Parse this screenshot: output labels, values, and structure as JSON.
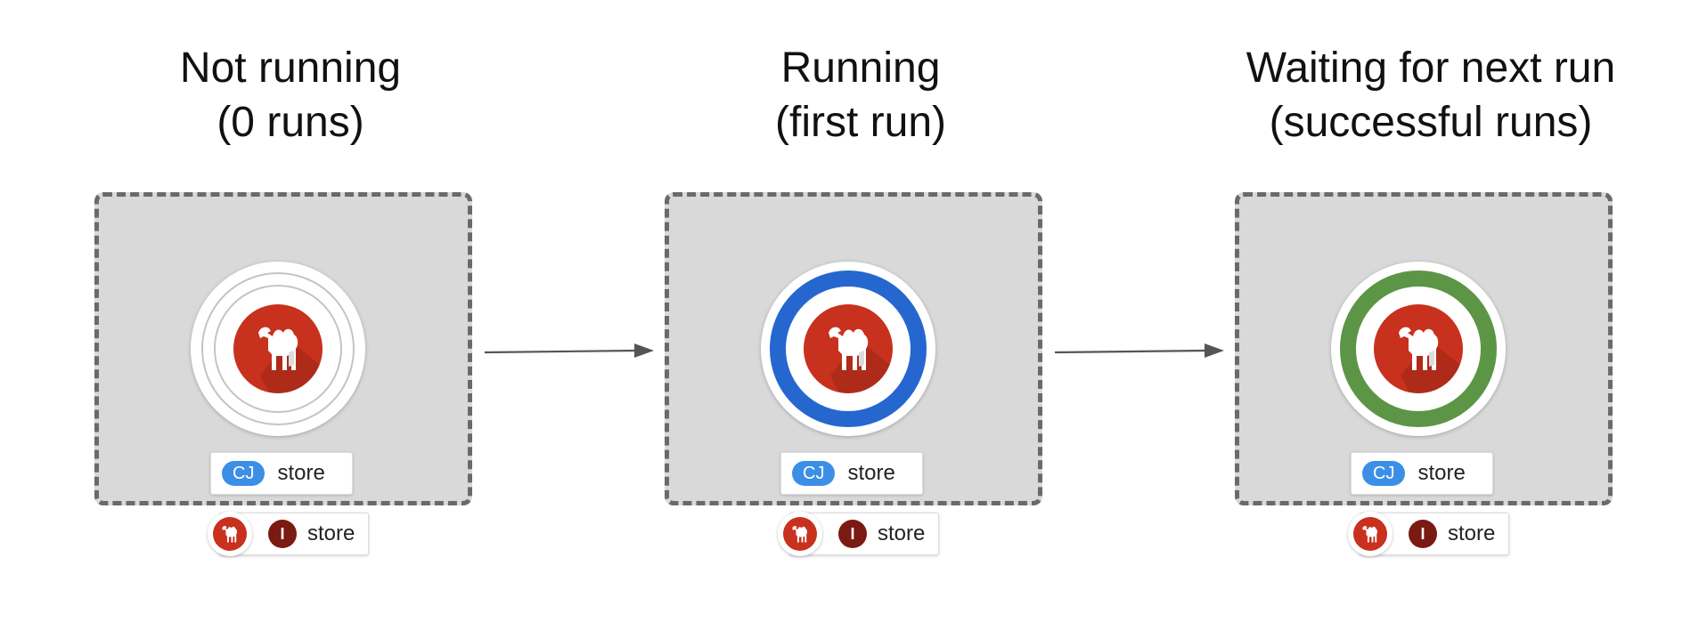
{
  "stages": [
    {
      "title_line1": "Not running",
      "title_line2": "(0 runs)",
      "ring_style": "idle",
      "cronjob_badge": "CJ",
      "cronjob_name": "store",
      "integration_badge": "I",
      "integration_name": "store"
    },
    {
      "title_line1": "Running",
      "title_line2": "(first run)",
      "ring_style": "running",
      "ring_color": "#2567cf",
      "cronjob_badge": "CJ",
      "cronjob_name": "store",
      "integration_badge": "I",
      "integration_name": "store"
    },
    {
      "title_line1": "Waiting for next run",
      "title_line2": "(successful runs)",
      "ring_style": "success",
      "ring_color": "#5c9546",
      "cronjob_badge": "CJ",
      "cronjob_name": "store",
      "integration_badge": "I",
      "integration_name": "store"
    }
  ],
  "icons": {
    "node_icon": "camel-icon",
    "transition_icon": "arrow-right-icon"
  },
  "colors": {
    "camel_badge": "#c8311d",
    "cj_badge": "#3c8fe6",
    "integration_badge": "#7a1a12",
    "group_fill": "#d9d9d9",
    "group_border": "#6a6a6a"
  }
}
